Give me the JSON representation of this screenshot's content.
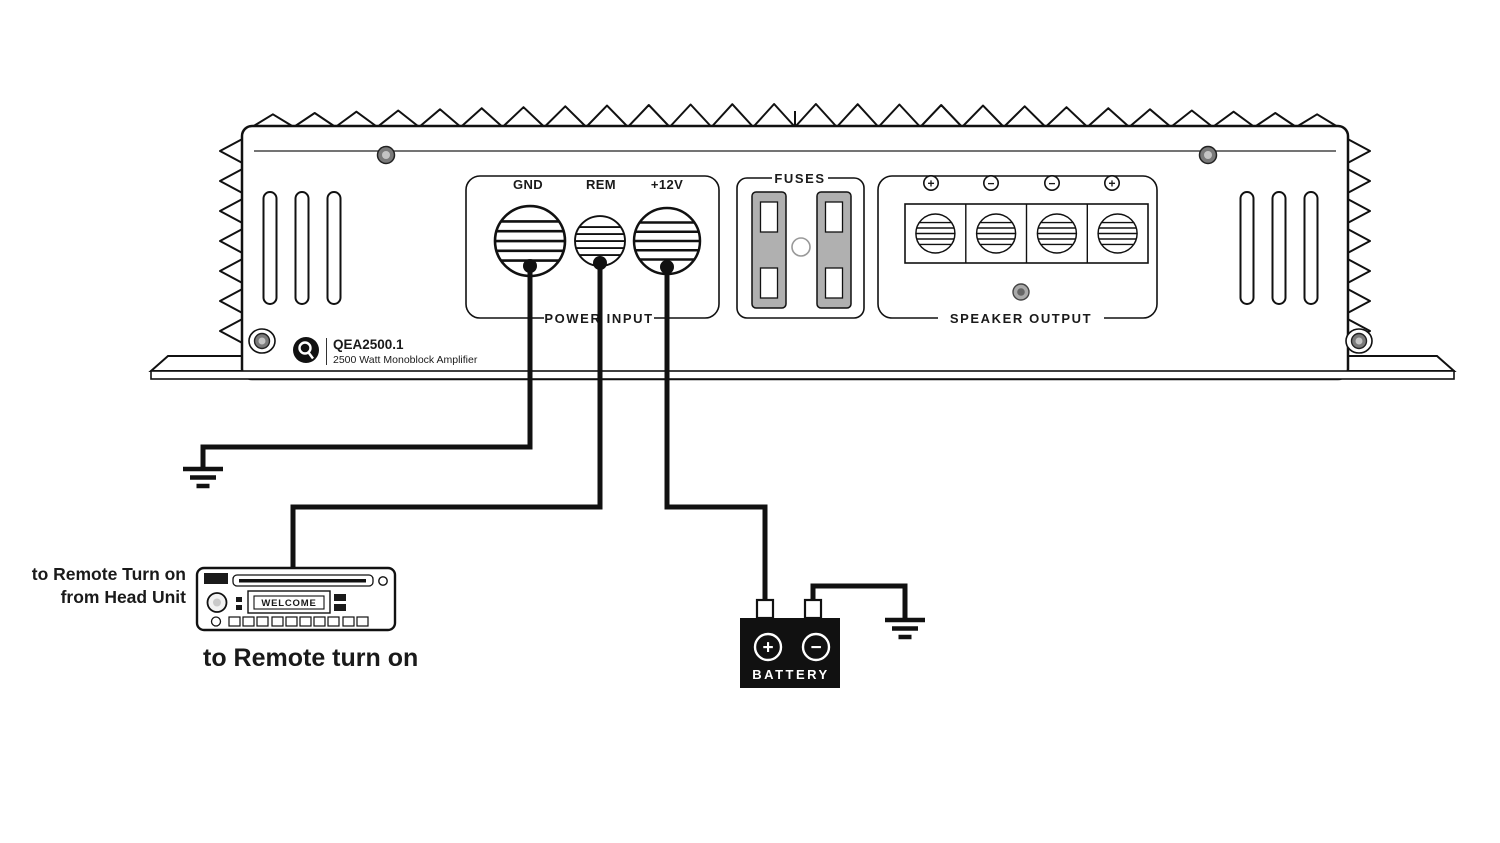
{
  "amplifier": {
    "model": "QEA2500.1",
    "model_description": "2500 Watt Monoblock Amplifier",
    "power_input": {
      "group_label": "POWER INPUT",
      "terminals": {
        "gnd": "GND",
        "rem": "REM",
        "plus12v": "+12V"
      }
    },
    "fuses": {
      "group_label": "FUSES"
    },
    "speaker_output": {
      "group_label": "SPEAKER OUTPUT",
      "polarity": [
        "+",
        "−",
        "−",
        "+"
      ]
    }
  },
  "head_unit": {
    "display_text": "WELCOME"
  },
  "battery": {
    "label": "BATTERY",
    "positive": "+",
    "negative": "−"
  },
  "annotations": {
    "remote_source_line1": "to Remote Turn on",
    "remote_source_line2": "from Head Unit",
    "remote_caption": "to Remote turn on"
  },
  "colors": {
    "line": "#111111",
    "fuse_holder": "#b0b0b0",
    "battery_box": "#111111"
  }
}
